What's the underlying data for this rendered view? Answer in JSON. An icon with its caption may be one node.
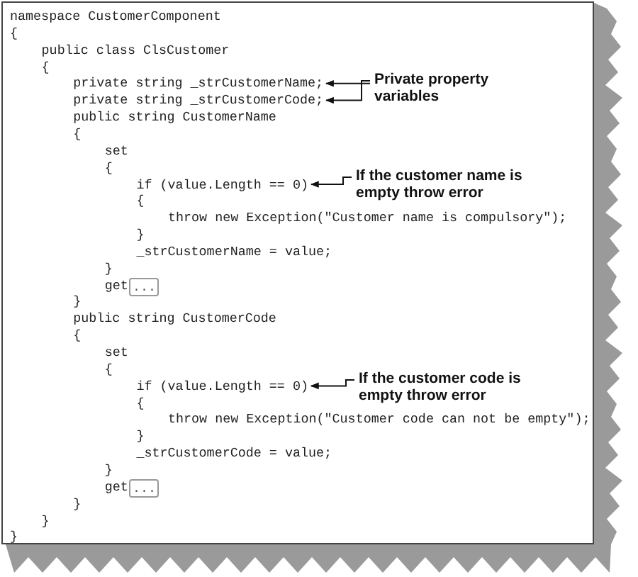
{
  "diagram": {
    "nodes": [
      {
        "text": [
          "private string _strCustomerName;"
        ]
      },
      {
        "text": [
          "private string _strCustomerCode;"
        ]
      },
      {
        "text": [
          "Private property variables"
        ]
      },
      {
        "text": [
          "if (value.Length == 0)"
        ]
      },
      {
        "text": [
          "If the customer name is empty throw error"
        ]
      },
      {
        "text": [
          "if (value.Length == 0)"
        ]
      },
      {
        "text": [
          "If the customer code is empty throw error"
        ]
      }
    ],
    "edges": [
      {
        "from": 2,
        "to": 0,
        "arrow": "to"
      },
      {
        "from": 2,
        "to": 1,
        "arrow": "to"
      },
      {
        "from": 4,
        "to": 3,
        "arrow": "to"
      },
      {
        "from": 6,
        "to": 5,
        "arrow": "to"
      }
    ],
    "labels": [
      "namespace CustomerComponent",
      "{",
      "public class ClsCustomer",
      "{",
      "public string CustomerName",
      "{",
      "set",
      "{",
      "{",
      "throw new Exception(\"Customer name is compulsory\");",
      "}",
      "_strCustomerName = value;",
      "}",
      "get",
      "...",
      "}",
      "public string CustomerCode",
      "{",
      "set",
      "{",
      "{",
      "throw new Exception(\"Customer code can not be empty\");",
      "}",
      "_strCustomerCode = value;",
      "}",
      "get",
      "...",
      "}",
      "}",
      "}"
    ]
  }
}
